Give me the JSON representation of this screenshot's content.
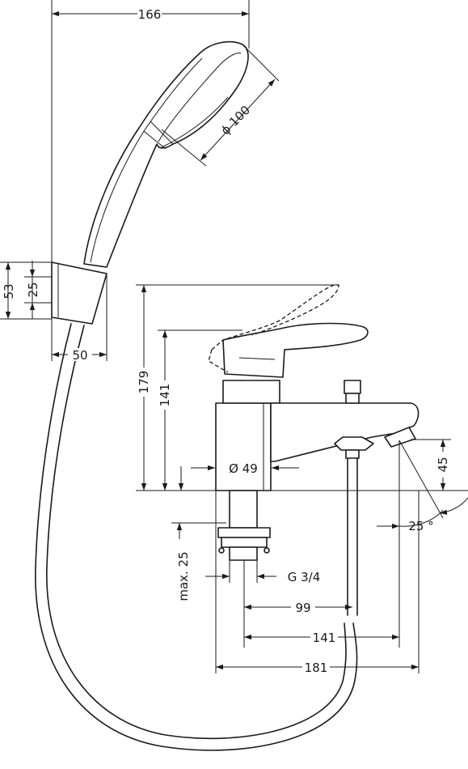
{
  "dimensions": {
    "hand_shower_width": "166",
    "hand_shower_head_diameter": "ϕ 100",
    "holder_height_total": "53",
    "holder_height_inner": "25",
    "holder_width": "50",
    "mixer_height_lever_open": "179",
    "mixer_height_lever_closed": "141",
    "mixer_body_diameter": "Ø 49",
    "spout_height": "45",
    "spout_angle": "25 °",
    "max_deck_thickness": "max. 25",
    "connection_thread": "G 3/4",
    "spout_projection_to_outlet": "99",
    "spout_projection_mid": "141",
    "spout_projection_total": "181"
  },
  "colors": {
    "line": "#1a1a1a",
    "background": "#ffffff"
  }
}
